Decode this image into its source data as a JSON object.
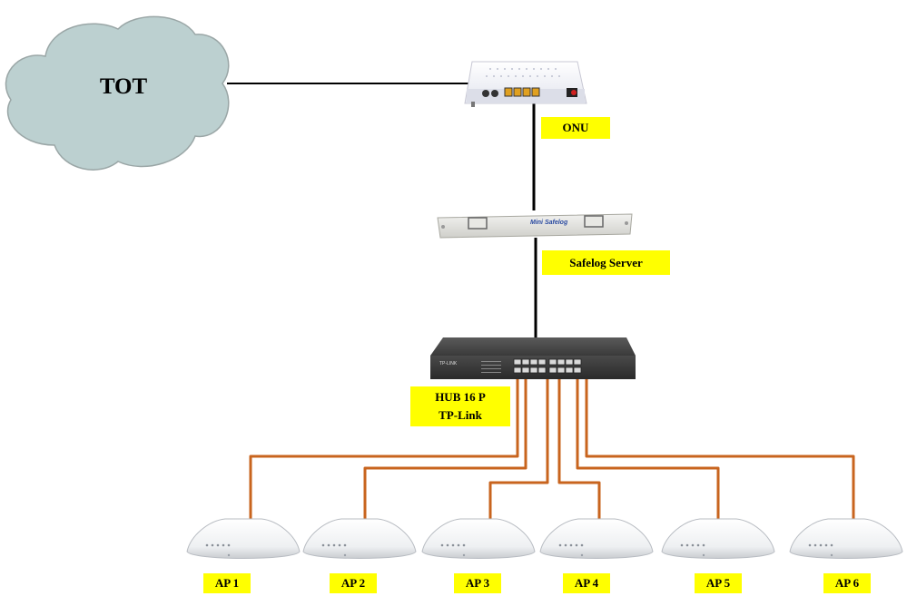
{
  "cloud": {
    "label": "TOT",
    "color": "#bcd0d0"
  },
  "devices": {
    "onu": {
      "label": "ONU"
    },
    "server": {
      "label": "Safelog Server",
      "brand": "Mini Safelog"
    },
    "hub": {
      "label_line1": "HUB 16 P",
      "label_line2": "TP-Link",
      "brand": "TP-LINK"
    }
  },
  "access_points": [
    {
      "label": "AP 1"
    },
    {
      "label": "AP 2"
    },
    {
      "label": "AP 3"
    },
    {
      "label": "AP 4"
    },
    {
      "label": "AP 5"
    },
    {
      "label": "AP 6"
    }
  ],
  "colors": {
    "label_bg": "#ffff00",
    "trunk_line": "#000000",
    "ap_cable": "#c8641e"
  }
}
